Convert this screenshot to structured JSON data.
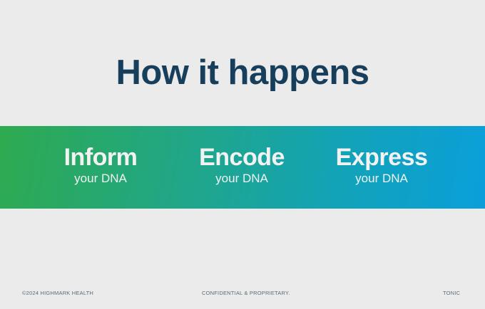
{
  "slide": {
    "title": "How it happens",
    "steps": [
      {
        "heading": "Inform",
        "sub": "your DNA"
      },
      {
        "heading": "Encode",
        "sub": "your DNA"
      },
      {
        "heading": "Express",
        "sub": "your DNA"
      }
    ],
    "colors": {
      "title": "#173f5c",
      "gradient_start": "#2eaa4f",
      "gradient_end": "#0a9fdb"
    }
  },
  "footer": {
    "copyright": "©2024 HIGHMARK HEALTH",
    "confidential": "CONFIDENTIAL & PROPRIETARY.",
    "brand": "TONIC"
  }
}
